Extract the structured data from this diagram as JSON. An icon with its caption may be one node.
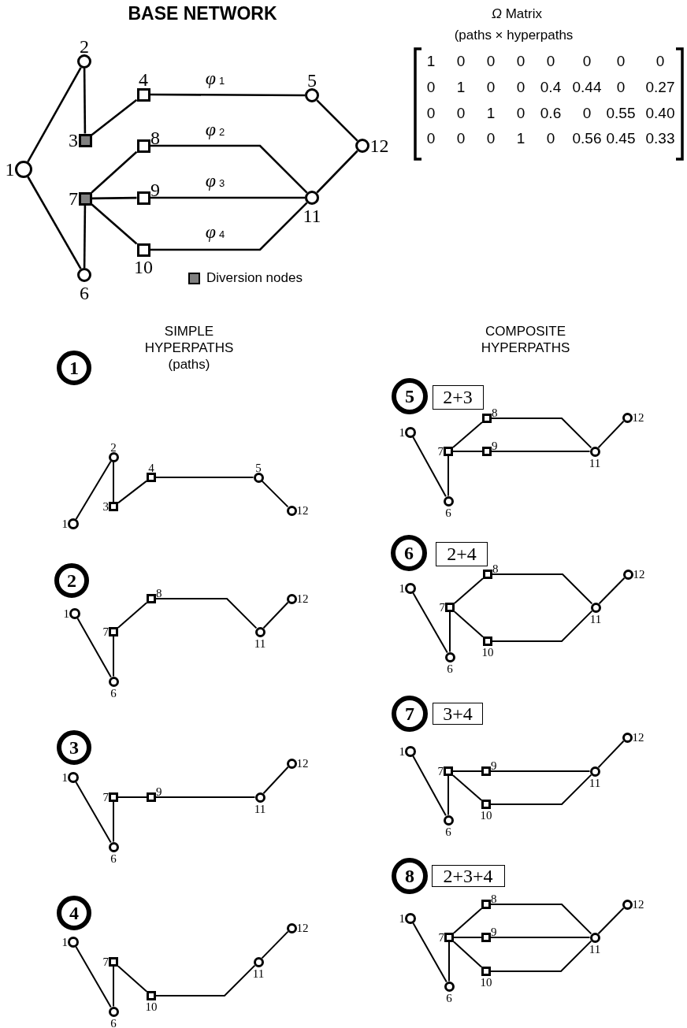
{
  "diagram": {
    "title": "BASE NETWORK",
    "nodes": [
      {
        "text": [
          "1"
        ]
      },
      {
        "text": [
          "2"
        ]
      },
      {
        "text": [
          "3"
        ]
      },
      {
        "text": [
          "4"
        ]
      },
      {
        "text": [
          "5"
        ]
      },
      {
        "text": [
          "6"
        ]
      },
      {
        "text": [
          "7"
        ]
      },
      {
        "text": [
          "8"
        ]
      },
      {
        "text": [
          "9"
        ]
      },
      {
        "text": [
          "10"
        ]
      },
      {
        "text": [
          "11"
        ]
      },
      {
        "text": [
          "12"
        ]
      },
      {
        "text": [
          "1"
        ]
      },
      {
        "text": [
          "1"
        ]
      },
      {
        "text": [
          "2"
        ]
      },
      {
        "text": [
          "3"
        ]
      },
      {
        "text": [
          "4"
        ]
      },
      {
        "text": [
          "5"
        ]
      },
      {
        "text": [
          "12"
        ]
      },
      {
        "text": [
          "2"
        ]
      },
      {
        "text": [
          "1"
        ]
      },
      {
        "text": [
          "6"
        ]
      },
      {
        "text": [
          "7"
        ]
      },
      {
        "text": [
          "8"
        ]
      },
      {
        "text": [
          "11"
        ]
      },
      {
        "text": [
          "12"
        ]
      },
      {
        "text": [
          "3"
        ]
      },
      {
        "text": [
          "1"
        ]
      },
      {
        "text": [
          "6"
        ]
      },
      {
        "text": [
          "7"
        ]
      },
      {
        "text": [
          "9"
        ]
      },
      {
        "text": [
          "11"
        ]
      },
      {
        "text": [
          "12"
        ]
      },
      {
        "text": [
          "4"
        ]
      },
      {
        "text": [
          "1"
        ]
      },
      {
        "text": [
          "6"
        ]
      },
      {
        "text": [
          "7"
        ]
      },
      {
        "text": [
          "10"
        ]
      },
      {
        "text": [
          "11"
        ]
      },
      {
        "text": [
          "12"
        ]
      },
      {
        "text": [
          "5"
        ]
      },
      {
        "text": [
          "2+3"
        ]
      },
      {
        "text": [
          "1"
        ]
      },
      {
        "text": [
          "6"
        ]
      },
      {
        "text": [
          "7"
        ]
      },
      {
        "text": [
          "8"
        ]
      },
      {
        "text": [
          "9"
        ]
      },
      {
        "text": [
          "11"
        ]
      },
      {
        "text": [
          "12"
        ]
      },
      {
        "text": [
          "6"
        ]
      },
      {
        "text": [
          "2+4"
        ]
      },
      {
        "text": [
          "1"
        ]
      },
      {
        "text": [
          "6"
        ]
      },
      {
        "text": [
          "7"
        ]
      },
      {
        "text": [
          "8"
        ]
      },
      {
        "text": [
          "10"
        ]
      },
      {
        "text": [
          "11"
        ]
      },
      {
        "text": [
          "12"
        ]
      },
      {
        "text": [
          "7"
        ]
      },
      {
        "text": [
          "3+4"
        ]
      },
      {
        "text": [
          "1"
        ]
      },
      {
        "text": [
          "6"
        ]
      },
      {
        "text": [
          "7"
        ]
      },
      {
        "text": [
          "9"
        ]
      },
      {
        "text": [
          "10"
        ]
      },
      {
        "text": [
          "11"
        ]
      },
      {
        "text": [
          "12"
        ]
      },
      {
        "text": [
          "8"
        ]
      },
      {
        "text": [
          "2+3+4"
        ]
      },
      {
        "text": [
          "1"
        ]
      },
      {
        "text": [
          "6"
        ]
      },
      {
        "text": [
          "7"
        ]
      },
      {
        "text": [
          "8"
        ]
      },
      {
        "text": [
          "9"
        ]
      },
      {
        "text": [
          "10"
        ]
      },
      {
        "text": [
          "11"
        ]
      },
      {
        "text": [
          "12"
        ]
      }
    ],
    "edges": [
      {
        "from": 0,
        "to": 1,
        "arrow": "none"
      },
      {
        "from": 0,
        "to": 5,
        "arrow": "none"
      },
      {
        "from": 1,
        "to": 2,
        "arrow": "none"
      },
      {
        "from": 2,
        "to": 3,
        "arrow": "none"
      },
      {
        "from": 3,
        "to": 4,
        "arrow": "none",
        "label": "*φ*$_{1}$"
      },
      {
        "from": 4,
        "to": 11,
        "arrow": "none"
      },
      {
        "from": 5,
        "to": 6,
        "arrow": "none"
      },
      {
        "from": 6,
        "to": 7,
        "arrow": "none"
      },
      {
        "from": 6,
        "to": 8,
        "arrow": "none"
      },
      {
        "from": 6,
        "to": 9,
        "arrow": "none"
      },
      {
        "from": 7,
        "to": 10,
        "arrow": "none",
        "label": "*φ*$_{2}$"
      },
      {
        "from": 8,
        "to": 10,
        "arrow": "none",
        "label": "*φ*$_{3}$"
      },
      {
        "from": 9,
        "to": 10,
        "arrow": "none",
        "label": "*φ*$_{4}$"
      },
      {
        "from": 10,
        "to": 11,
        "arrow": "none"
      },
      {
        "from": 13,
        "to": 14,
        "arrow": "none"
      },
      {
        "from": 14,
        "to": 15,
        "arrow": "none"
      },
      {
        "from": 15,
        "to": 16,
        "arrow": "none"
      },
      {
        "from": 16,
        "to": 17,
        "arrow": "none"
      },
      {
        "from": 17,
        "to": 18,
        "arrow": "none"
      },
      {
        "from": 20,
        "to": 21,
        "arrow": "none"
      },
      {
        "from": 21,
        "to": 22,
        "arrow": "none"
      },
      {
        "from": 22,
        "to": 23,
        "arrow": "none"
      },
      {
        "from": 23,
        "to": 24,
        "arrow": "none"
      },
      {
        "from": 24,
        "to": 25,
        "arrow": "none"
      },
      {
        "from": 27,
        "to": 28,
        "arrow": "none"
      },
      {
        "from": 28,
        "to": 29,
        "arrow": "none"
      },
      {
        "from": 29,
        "to": 30,
        "arrow": "none"
      },
      {
        "from": 30,
        "to": 31,
        "arrow": "none"
      },
      {
        "from": 31,
        "to": 32,
        "arrow": "none"
      },
      {
        "from": 34,
        "to": 35,
        "arrow": "none"
      },
      {
        "from": 35,
        "to": 36,
        "arrow": "none"
      },
      {
        "from": 36,
        "to": 37,
        "arrow": "none"
      },
      {
        "from": 37,
        "to": 38,
        "arrow": "none"
      },
      {
        "from": 38,
        "to": 39,
        "arrow": "none"
      },
      {
        "from": 42,
        "to": 43,
        "arrow": "none"
      },
      {
        "from": 43,
        "to": 44,
        "arrow": "none"
      },
      {
        "from": 44,
        "to": 45,
        "arrow": "none"
      },
      {
        "from": 44,
        "to": 46,
        "arrow": "none"
      },
      {
        "from": 45,
        "to": 47,
        "arrow": "none"
      },
      {
        "from": 46,
        "to": 47,
        "arrow": "none"
      },
      {
        "from": 47,
        "to": 48,
        "arrow": "none"
      },
      {
        "from": 51,
        "to": 52,
        "arrow": "none"
      },
      {
        "from": 52,
        "to": 53,
        "arrow": "none"
      },
      {
        "from": 53,
        "to": 54,
        "arrow": "none"
      },
      {
        "from": 53,
        "to": 55,
        "arrow": "none"
      },
      {
        "from": 54,
        "to": 56,
        "arrow": "none"
      },
      {
        "from": 55,
        "to": 56,
        "arrow": "none"
      },
      {
        "from": 56,
        "to": 57,
        "arrow": "none"
      },
      {
        "from": 60,
        "to": 61,
        "arrow": "none"
      },
      {
        "from": 61,
        "to": 62,
        "arrow": "none"
      },
      {
        "from": 62,
        "to": 63,
        "arrow": "none"
      },
      {
        "from": 62,
        "to": 64,
        "arrow": "none"
      },
      {
        "from": 63,
        "to": 65,
        "arrow": "none"
      },
      {
        "from": 64,
        "to": 65,
        "arrow": "none"
      },
      {
        "from": 65,
        "to": 66,
        "arrow": "none"
      },
      {
        "from": 69,
        "to": 70,
        "arrow": "none"
      },
      {
        "from": 70,
        "to": 71,
        "arrow": "none"
      },
      {
        "from": 71,
        "to": 72,
        "arrow": "none"
      },
      {
        "from": 71,
        "to": 73,
        "arrow": "none"
      },
      {
        "from": 71,
        "to": 74,
        "arrow": "none"
      },
      {
        "from": 72,
        "to": 75,
        "arrow": "none"
      },
      {
        "from": 73,
        "to": 75,
        "arrow": "none"
      },
      {
        "from": 74,
        "to": 75,
        "arrow": "none"
      },
      {
        "from": 75,
        "to": 76,
        "arrow": "none"
      }
    ],
    "labels": [
      "*Ω* Matrix",
      "(paths × hyperpaths",
      "1",
      "0",
      "0",
      "0",
      "0",
      "0",
      "0",
      "0",
      "0",
      "1",
      "0",
      "0",
      "0.4",
      "0.44",
      "0",
      "0.27",
      "0",
      "0",
      "1",
      "0",
      "0.6",
      "0",
      "0.55",
      "0.40",
      "0",
      "0",
      "0",
      "1",
      "0",
      "0.56",
      "0.45",
      "0.33",
      "SIMPLE HYPERPATHS (paths)",
      "COMPOSITE HYPERPATHS"
    ],
    "legend": [
      {
        "text": "Diversion nodes",
        "color": "#808080"
      }
    ]
  }
}
